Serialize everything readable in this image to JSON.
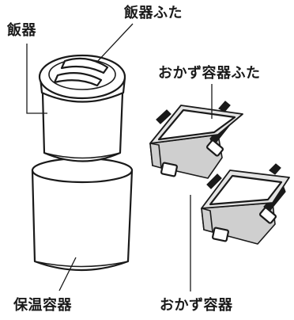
{
  "labels": {
    "rice_bowl": "飯器",
    "rice_bowl_lid": "飯器ふた",
    "side_dish_lid": "おかず容器ふた",
    "insulated_container": "保温容器",
    "side_dish_container": "おかず容器"
  }
}
